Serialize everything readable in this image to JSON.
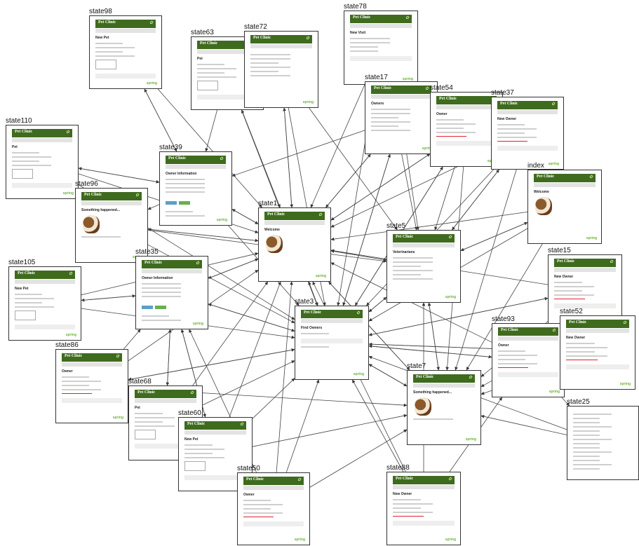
{
  "page_texts": {
    "header_title": "Pet Clinic",
    "spring_logo": "spring"
  },
  "nodes": [
    {
      "id": "state98",
      "label": "state98",
      "kind": "pet-form",
      "heading": "New Pet"
    },
    {
      "id": "state63",
      "label": "state63",
      "kind": "pet-form",
      "heading": "Pet"
    },
    {
      "id": "state72",
      "label": "state72",
      "kind": "table",
      "heading": ""
    },
    {
      "id": "state78",
      "label": "state78",
      "kind": "visit",
      "heading": "New Visit"
    },
    {
      "id": "state17",
      "label": "state17",
      "kind": "owners",
      "heading": "Owners"
    },
    {
      "id": "state54",
      "label": "state54",
      "kind": "owner-form",
      "heading": "Owner"
    },
    {
      "id": "state37",
      "label": "state37",
      "kind": "owner-form",
      "heading": "New Owner"
    },
    {
      "id": "state110",
      "label": "state110",
      "kind": "pet-form",
      "heading": "Pet"
    },
    {
      "id": "state39",
      "label": "state39",
      "kind": "owner-info",
      "heading": "Owner Information"
    },
    {
      "id": "index",
      "label": "index",
      "kind": "welcome",
      "heading": "Welcome"
    },
    {
      "id": "state96",
      "label": "state96",
      "kind": "error",
      "heading": "Something happened..."
    },
    {
      "id": "state1",
      "label": "state1",
      "kind": "welcome",
      "heading": "Welcome"
    },
    {
      "id": "state5",
      "label": "state5",
      "kind": "vets",
      "heading": "Veterinarians"
    },
    {
      "id": "state15",
      "label": "state15",
      "kind": "owner-form",
      "heading": "New Owner"
    },
    {
      "id": "state35",
      "label": "state35",
      "kind": "owner-info",
      "heading": "Owner Information"
    },
    {
      "id": "state105",
      "label": "state105",
      "kind": "pet-form",
      "heading": "New Pet"
    },
    {
      "id": "state3",
      "label": "state3",
      "kind": "find",
      "heading": "Find Owners"
    },
    {
      "id": "state93",
      "label": "state93",
      "kind": "owner-form",
      "heading": "Owner"
    },
    {
      "id": "state52",
      "label": "state52",
      "kind": "owner-form",
      "heading": "New Owner"
    },
    {
      "id": "state86",
      "label": "state86",
      "kind": "owner-form",
      "heading": "Owner"
    },
    {
      "id": "state7",
      "label": "state7",
      "kind": "error",
      "heading": "Something happened..."
    },
    {
      "id": "state25",
      "label": "state25",
      "kind": "trace",
      "heading": ""
    },
    {
      "id": "state68",
      "label": "state68",
      "kind": "pet-form",
      "heading": "Pet"
    },
    {
      "id": "state60",
      "label": "state60",
      "kind": "pet-form",
      "heading": "New Pet"
    },
    {
      "id": "state50",
      "label": "state50",
      "kind": "owner-form",
      "heading": "Owner"
    },
    {
      "id": "state88",
      "label": "state88",
      "kind": "owner-form",
      "heading": "New Owner"
    }
  ],
  "edges": [
    [
      "state1",
      "state3"
    ],
    [
      "state1",
      "state5"
    ],
    [
      "state1",
      "state7"
    ],
    [
      "state1",
      "state39"
    ],
    [
      "state1",
      "state35"
    ],
    [
      "state1",
      "state96"
    ],
    [
      "state1",
      "state63"
    ],
    [
      "state1",
      "state17"
    ],
    [
      "state1",
      "state54"
    ],
    [
      "state1",
      "state72"
    ],
    [
      "state3",
      "state1"
    ],
    [
      "state3",
      "state5"
    ],
    [
      "state3",
      "state7"
    ],
    [
      "state3",
      "state17"
    ],
    [
      "state3",
      "state93"
    ],
    [
      "state3",
      "state35"
    ],
    [
      "state3",
      "state86"
    ],
    [
      "state3",
      "state52"
    ],
    [
      "state3",
      "state15"
    ],
    [
      "state3",
      "state54"
    ],
    [
      "state5",
      "state1"
    ],
    [
      "state5",
      "state3"
    ],
    [
      "state5",
      "state7"
    ],
    [
      "state5",
      "state37"
    ],
    [
      "state5",
      "index"
    ],
    [
      "state7",
      "state1"
    ],
    [
      "state7",
      "state3"
    ],
    [
      "state7",
      "state5"
    ],
    [
      "state17",
      "state1"
    ],
    [
      "state17",
      "state3"
    ],
    [
      "state17",
      "state5"
    ],
    [
      "state17",
      "state39"
    ],
    [
      "state39",
      "state1"
    ],
    [
      "state39",
      "state3"
    ],
    [
      "state39",
      "state96"
    ],
    [
      "state39",
      "state110"
    ],
    [
      "state39",
      "state98"
    ],
    [
      "state35",
      "state1"
    ],
    [
      "state35",
      "state3"
    ],
    [
      "state35",
      "state68"
    ],
    [
      "state35",
      "state60"
    ],
    [
      "state35",
      "state105"
    ],
    [
      "state63",
      "state39"
    ],
    [
      "state63",
      "state1"
    ],
    [
      "state63",
      "state3"
    ],
    [
      "state72",
      "state1"
    ],
    [
      "state72",
      "state3"
    ],
    [
      "state72",
      "state5"
    ],
    [
      "state78",
      "state1"
    ],
    [
      "state78",
      "state3"
    ],
    [
      "state78",
      "state5"
    ],
    [
      "state54",
      "state1"
    ],
    [
      "state54",
      "state3"
    ],
    [
      "state54",
      "state5"
    ],
    [
      "state54",
      "state7"
    ],
    [
      "state37",
      "state1"
    ],
    [
      "state37",
      "state3"
    ],
    [
      "state37",
      "state5"
    ],
    [
      "state37",
      "state7"
    ],
    [
      "index",
      "state1"
    ],
    [
      "index",
      "state3"
    ],
    [
      "index",
      "state5"
    ],
    [
      "index",
      "state7"
    ],
    [
      "state15",
      "state1"
    ],
    [
      "state15",
      "state3"
    ],
    [
      "state15",
      "state7"
    ],
    [
      "state93",
      "state1"
    ],
    [
      "state93",
      "state3"
    ],
    [
      "state93",
      "state7"
    ],
    [
      "state93",
      "state25"
    ],
    [
      "state52",
      "state3"
    ],
    [
      "state52",
      "state7"
    ],
    [
      "state96",
      "state1"
    ],
    [
      "state96",
      "state3"
    ],
    [
      "state96",
      "state5"
    ],
    [
      "state105",
      "state1"
    ],
    [
      "state105",
      "state3"
    ],
    [
      "state105",
      "state35"
    ],
    [
      "state110",
      "state39"
    ],
    [
      "state110",
      "state1"
    ],
    [
      "state110",
      "state3"
    ],
    [
      "state98",
      "state39"
    ],
    [
      "state98",
      "state1"
    ],
    [
      "state86",
      "state1"
    ],
    [
      "state86",
      "state3"
    ],
    [
      "state86",
      "state7"
    ],
    [
      "state86",
      "state35"
    ],
    [
      "state68",
      "state1"
    ],
    [
      "state68",
      "state3"
    ],
    [
      "state68",
      "state35"
    ],
    [
      "state60",
      "state1"
    ],
    [
      "state60",
      "state3"
    ],
    [
      "state60",
      "state7"
    ],
    [
      "state60",
      "state35"
    ],
    [
      "state50",
      "state1"
    ],
    [
      "state50",
      "state3"
    ],
    [
      "state50",
      "state7"
    ],
    [
      "state50",
      "state35"
    ],
    [
      "state88",
      "state1"
    ],
    [
      "state88",
      "state3"
    ],
    [
      "state88",
      "state5"
    ],
    [
      "state88",
      "state93"
    ],
    [
      "state25",
      "state7"
    ],
    [
      "state25",
      "state3"
    ]
  ]
}
